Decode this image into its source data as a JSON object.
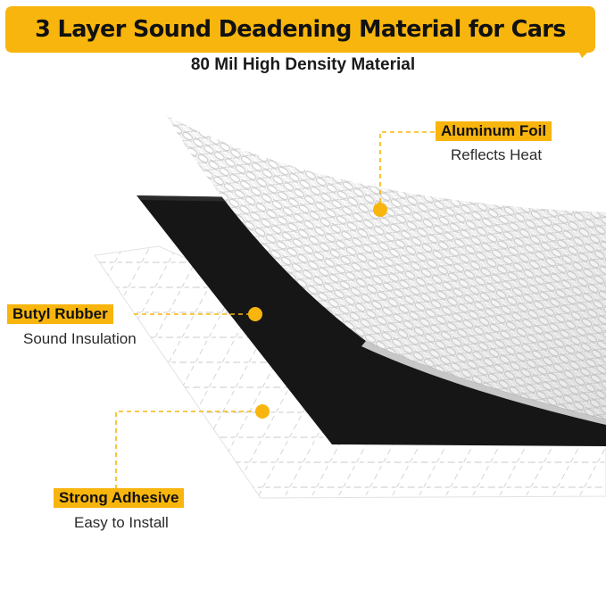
{
  "title": "3 Layer Sound Deadening Material for Cars",
  "subtitle": "80 Mil High Density Material",
  "colors": {
    "accent": "#f8b50d",
    "rubber": "#161616",
    "foil": "#f1f1f1",
    "adhesive": "#ffffff"
  },
  "callouts": {
    "foil": {
      "tag": "Aluminum Foil",
      "desc": "Reflects Heat"
    },
    "rubber": {
      "tag": "Butyl Rubber",
      "desc": "Sound Insulation"
    },
    "adhesive": {
      "tag": "Strong Adhesive",
      "desc": "Easy to Install"
    }
  }
}
